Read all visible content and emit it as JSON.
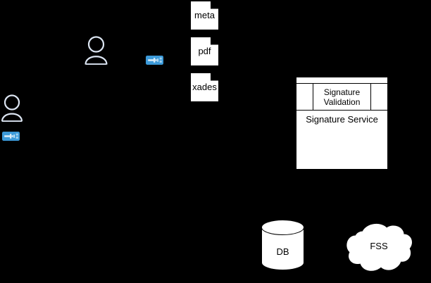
{
  "diagram": {
    "background_color": "#000000",
    "shape_fill": "#ffffff",
    "stroke_color": "#000000",
    "actor_color": "#dce5f2",
    "token_color": "#3c9ad9",
    "actors": [
      {
        "name": "actor-top",
        "label": ""
      },
      {
        "name": "actor-bottom",
        "label": ""
      }
    ],
    "tokens": [
      {
        "name": "token-top",
        "label": ""
      },
      {
        "name": "token-bottom",
        "label": ""
      }
    ],
    "documents": [
      {
        "label": "meta"
      },
      {
        "label": "pdf"
      },
      {
        "label": "xades"
      }
    ],
    "signature_service": {
      "component_label": "Signature Service",
      "subcomponent_label": "Signature Validation"
    },
    "database": {
      "label": "DB"
    },
    "cloud": {
      "label": "FSS"
    }
  }
}
